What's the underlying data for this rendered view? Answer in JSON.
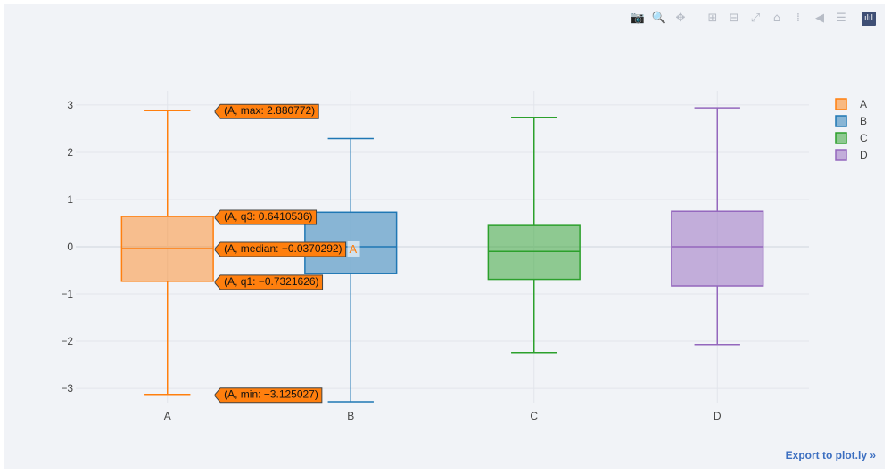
{
  "modebar": {
    "buttons": [
      {
        "name": "camera-icon",
        "glyph": "📷"
      },
      {
        "name": "zoom-icon",
        "glyph": "🔍"
      },
      {
        "name": "pan-icon",
        "glyph": "✥"
      },
      {
        "name": "sep",
        "glyph": ""
      },
      {
        "name": "zoom-in-icon",
        "glyph": "⊞"
      },
      {
        "name": "zoom-out-icon",
        "glyph": "⊟"
      },
      {
        "name": "autoscale-icon",
        "glyph": "⤢"
      },
      {
        "name": "home-icon",
        "glyph": "⌂"
      },
      {
        "name": "spike-lines-icon",
        "glyph": "⁞"
      },
      {
        "name": "hover-closest-icon",
        "glyph": "◀"
      },
      {
        "name": "hover-compare-icon",
        "glyph": "☰"
      },
      {
        "name": "plotly-logo-icon",
        "glyph": "ılıl"
      }
    ]
  },
  "export_link": "Export to plot.ly »",
  "chart_data": {
    "type": "box",
    "title": "",
    "xlabel": "",
    "ylabel": "",
    "categories": [
      "A",
      "B",
      "C",
      "D"
    ],
    "ylim": [
      -3.3,
      3.3
    ],
    "yticks": [
      3,
      2,
      1,
      0,
      -1,
      -2,
      -3
    ],
    "ytick_labels": [
      "3",
      "2",
      "1",
      "0",
      "−1",
      "−2",
      "−3"
    ],
    "grid": true,
    "legend_position": "top-right",
    "series": [
      {
        "name": "A",
        "min": -3.125027,
        "q1": -0.7321626,
        "median": -0.0370292,
        "q3": 0.6410536,
        "max": 2.880772,
        "color": "#ff7f0e"
      },
      {
        "name": "B",
        "min": -3.28,
        "q1": -0.57,
        "median": 0.0,
        "q3": 0.73,
        "max": 2.29,
        "color": "#1f77b4"
      },
      {
        "name": "C",
        "min": -2.24,
        "q1": -0.69,
        "median": -0.1,
        "q3": 0.45,
        "max": 2.74,
        "color": "#2ca02c"
      },
      {
        "name": "D",
        "min": -2.07,
        "q1": -0.83,
        "median": 0.0,
        "q3": 0.75,
        "max": 2.94,
        "color": "#9467bd"
      }
    ],
    "hover": {
      "series": "A",
      "labels": [
        {
          "text": "(A, max: 2.880772)",
          "value": 2.880772
        },
        {
          "text": "(A, q3: 0.6410536)",
          "value": 0.6410536
        },
        {
          "text": "(A, median: −0.0370292)",
          "value": -0.0370292
        },
        {
          "text": "(A, q1: −0.7321626)",
          "value": -0.7321626
        },
        {
          "text": "(A, min: −3.125027)",
          "value": -3.125027
        }
      ],
      "trace_label": "A"
    }
  }
}
